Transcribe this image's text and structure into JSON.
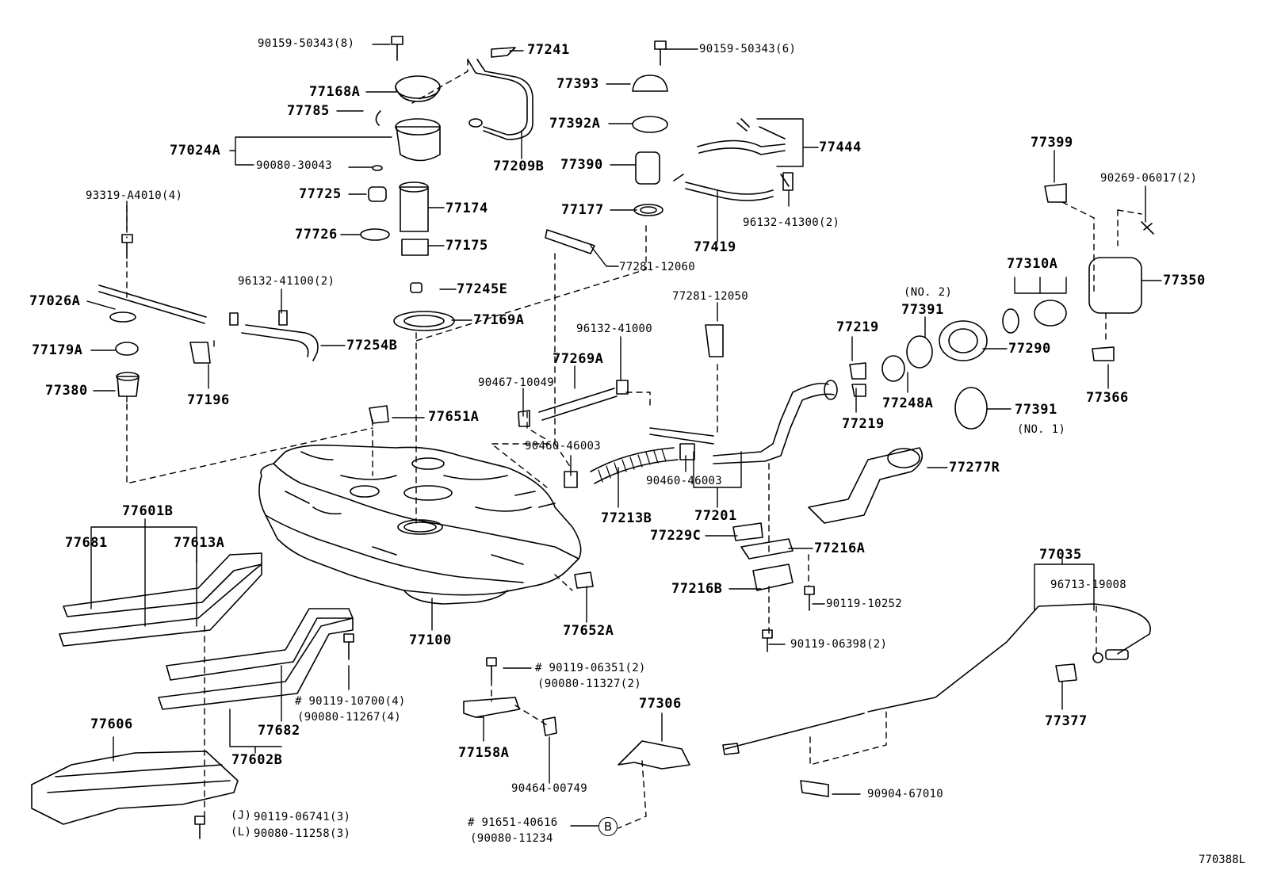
{
  "parts": {
    "p90159_8": "90159-50343(8)",
    "p77241": "77241",
    "p90159_6": "90159-50343(6)",
    "p77168A": "77168A",
    "p77393": "77393",
    "p77785": "77785",
    "p77392A": "77392A",
    "p77024A": "77024A",
    "p90080_30043": "90080-30043",
    "p77209B": "77209B",
    "p77390": "77390",
    "p77444": "77444",
    "p77399": "77399",
    "p93319": "93319-A4010(4)",
    "p77725": "77725",
    "p77174": "77174",
    "p77177": "77177",
    "p96132_41300": "96132-41300(2)",
    "p90269": "90269-06017(2)",
    "p77726": "77726",
    "p77175": "77175",
    "p77419": "77419",
    "p77281_12060": "77281-12060",
    "p77310A": "77310A",
    "p96132_41100": "96132-41100(2)",
    "p77245E": "77245E",
    "no2": "(NO. 2)",
    "p77350": "77350",
    "p77026A": "77026A",
    "p77281_12050": "77281-12050",
    "p77391_a": "77391",
    "p77169A": "77169A",
    "p96132_41000": "96132-41000",
    "p77219_a": "77219",
    "p77179A": "77179A",
    "p77254B": "77254B",
    "p77290": "77290",
    "p77269A": "77269A",
    "p77380": "77380",
    "p90467": "90467-10049",
    "p77196": "77196",
    "p77248A": "77248A",
    "p77366": "77366",
    "p77651A": "77651A",
    "p77219_b": "77219",
    "p77391_b": "77391",
    "no1": "(NO. 1)",
    "p90460_a": "90460-46003",
    "p77277R": "77277R",
    "p90460_b": "90460-46003",
    "p77601B": "77601B",
    "p77201": "77201",
    "p77213B": "77213B",
    "p77681": "77681",
    "p77613A": "77613A",
    "p77229C": "77229C",
    "p77216A": "77216A",
    "p77035": "77035",
    "p96713": "96713-19008",
    "p77216B": "77216B",
    "p90119_10252": "90119-10252",
    "p77652A": "77652A",
    "p77100": "77100",
    "p90119_06398": "90119-06398(2)",
    "p90119_06351": "# 90119-06351(2)",
    "p90080_11327": "(90080-11327(2)",
    "p90119_10700": "# 90119-10700(4)",
    "p90080_11267": "(90080-11267(4)",
    "p77306": "77306",
    "p77377": "77377",
    "p77682": "77682",
    "p77606": "77606",
    "p77158A": "77158A",
    "p77602B": "77602B",
    "p90464": "90464-00749",
    "p90904": "90904-67010",
    "j": "(J)",
    "p90119_06741": "90119-06741(3)",
    "l": "(L)",
    "p90080_11258": "90080-11258(3)",
    "p91651": "# 91651-40616",
    "p90080_11234": "(90080-11234",
    "circleB": "B",
    "diagram_id": "770388L"
  }
}
